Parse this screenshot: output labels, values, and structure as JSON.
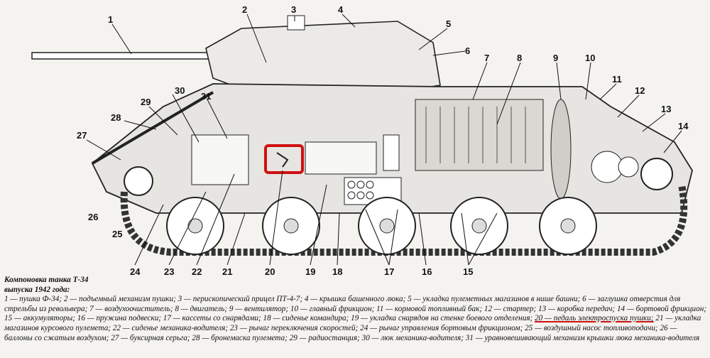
{
  "callouts": [
    {
      "n": "1"
    },
    {
      "n": "2"
    },
    {
      "n": "3"
    },
    {
      "n": "4"
    },
    {
      "n": "5"
    },
    {
      "n": "6"
    },
    {
      "n": "7"
    },
    {
      "n": "8"
    },
    {
      "n": "9"
    },
    {
      "n": "10"
    },
    {
      "n": "11"
    },
    {
      "n": "12"
    },
    {
      "n": "13"
    },
    {
      "n": "14"
    },
    {
      "n": "15"
    },
    {
      "n": "16"
    },
    {
      "n": "17"
    },
    {
      "n": "18"
    },
    {
      "n": "19"
    },
    {
      "n": "20"
    },
    {
      "n": "21"
    },
    {
      "n": "22"
    },
    {
      "n": "23"
    },
    {
      "n": "24"
    },
    {
      "n": "25"
    },
    {
      "n": "26"
    },
    {
      "n": "27"
    },
    {
      "n": "28"
    },
    {
      "n": "29"
    },
    {
      "n": "30"
    },
    {
      "n": "31"
    }
  ],
  "highlight_color": "#d01010",
  "caption": {
    "title_line1": "Компоновка танка Т-34",
    "title_line2": "выпуска 1942 года:",
    "before_highlight": "1 — пушка Ф-34; 2 — подъемный механизм пушки; 3 — перископический прицел ПТ-4-7; 4 — крышка башенного люка; 5 — укладка пулеметных магазинов в нише башни; 6 — заглушка отверстия для стрельбы из револьвера; 7 — воздухоочиститель; 8 — двигатель; 9 — вентилятор; 10 — главный фрикцион; 11 — кормовой топливный бак; 12 — стартер; 13 — коробка передач; 14 — бортовой фрикцион; 15 — аккумуляторы; 16 — пружина подвески; 17 — кассеты со снарядами; 18 — сиденье командира; 19 — укладка снарядов на стенке боевого отделения;",
    "highlight": "20 — педаль электроспуска пушки;",
    "after_highlight": " 21 — укладка магазинов курсового пулемета; 22 — сиденье механика-водителя; 23 — рычаг переключения скоростей; 24 — рычаг управления бортовым фрикционом; 25 — воздушный насос топливоподачи; 26 — баллоны со сжатым воздухом; 27 — буксирная серьга; 28 — бронемаска пулемета; 29 — радиостанция; 30 — люк механика-водителя; 31 — уравновешивающий механизм крышки люка механика-водителя"
  }
}
